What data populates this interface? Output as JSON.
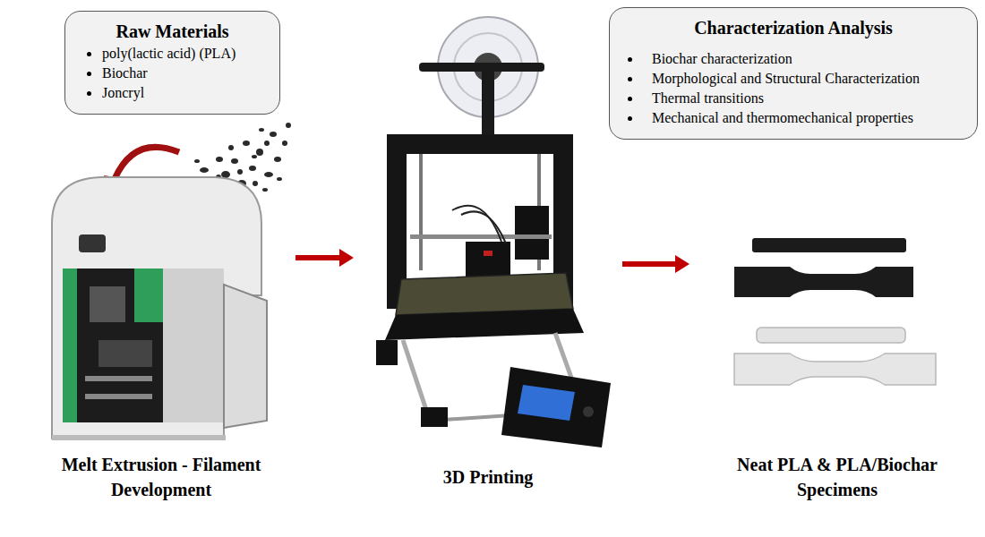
{
  "diagram": {
    "nodes": [
      {
        "text": [
          "Raw Materials",
          "poly(lactic acid) (PLA)",
          "Biochar",
          "Joncryl"
        ]
      },
      {
        "text": [
          "Characterization Analysis",
          "Biochar characterization",
          "Morphological and Structural Characterization",
          "Thermal transitions",
          "Mechanical and thermomechanical properties"
        ]
      },
      {
        "text": [
          "Melt Extrusion - Filament Development"
        ]
      },
      {
        "text": [
          "3D Printing"
        ]
      },
      {
        "text": [
          "Neat PLA & PLA/Biochar Specimens"
        ]
      }
    ],
    "edges": [
      {
        "from": 2,
        "to": 3,
        "arrow": "to"
      },
      {
        "from": 3,
        "to": 4,
        "arrow": "to"
      }
    ]
  }
}
